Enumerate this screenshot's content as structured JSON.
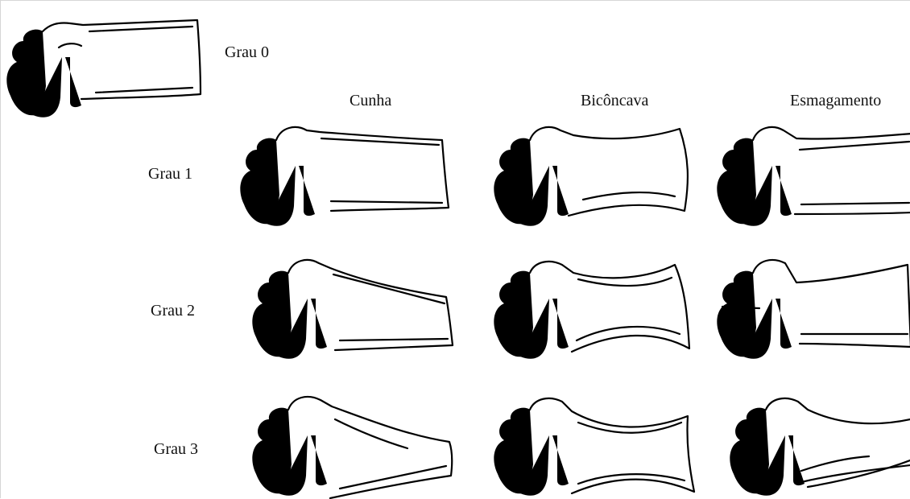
{
  "columns": [
    "Cunha",
    "Bicôncava",
    "Esmagamento"
  ],
  "grades": [
    "Grau 0",
    "Grau 1",
    "Grau 2",
    "Grau 3"
  ]
}
